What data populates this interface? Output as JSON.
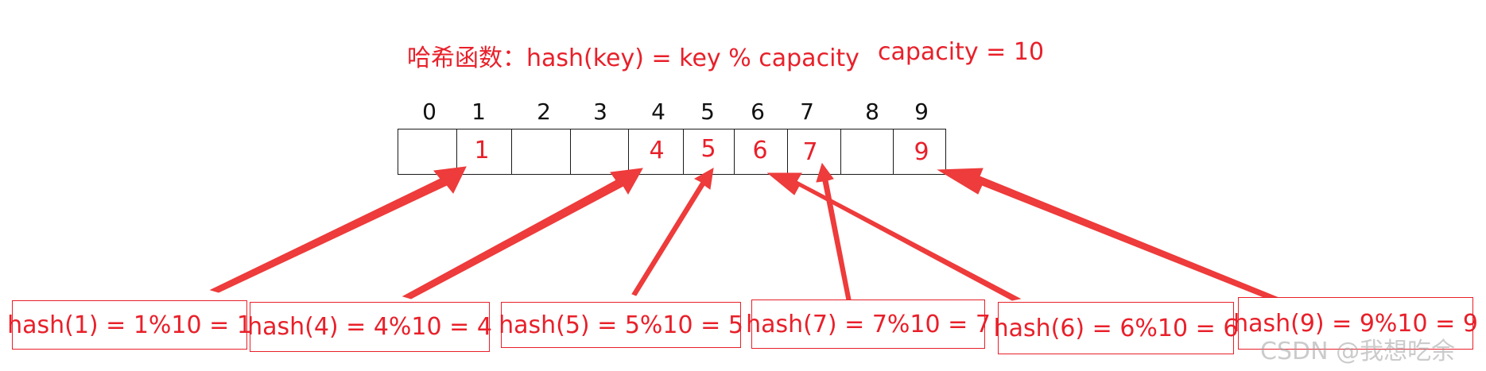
{
  "title": "哈希函数：hash(key) = key % capacity",
  "capacity_label": "capacity = 10",
  "indices": [
    "0",
    "1",
    "2",
    "3",
    "4",
    "5",
    "6",
    "7",
    "8",
    "9"
  ],
  "stored_values": [
    "",
    "1",
    "",
    "",
    "4",
    "5",
    "6",
    "7",
    "",
    "9"
  ],
  "hash_labels": [
    "hash(1) = 1%10 = 1",
    "hash(4) = 4%10 = 4",
    "hash(5) = 5%10 = 5",
    "hash(7) = 7%10 = 7",
    "hash(6) = 6%10 = 6",
    "hash(9) = 9%10 = 9"
  ],
  "watermark": "CSDN @我想吃余",
  "colors": {
    "accent": "#e8202a",
    "arrow": "#ee3b3b",
    "cell_border": "#1a1a1a"
  }
}
